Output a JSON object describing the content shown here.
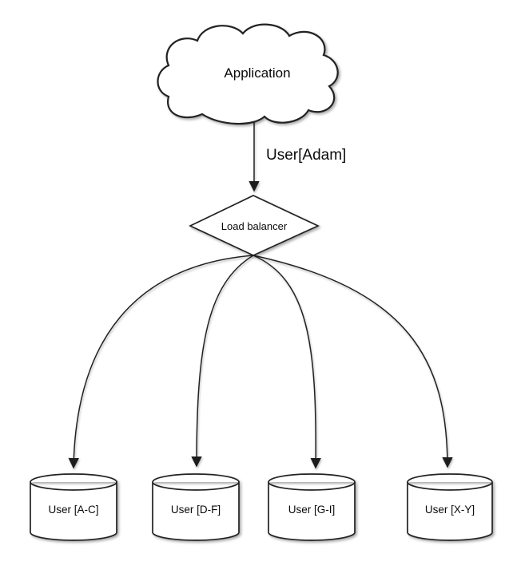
{
  "diagram": {
    "background": "#ffffff",
    "stroke_color": "#222222",
    "text_color": "#0a0a0a",
    "shadow_color": "rgba(0,0,0,0.34)",
    "application": {
      "label": "Application",
      "shape": "cloud"
    },
    "edge_app_to_lb": {
      "label": "User[Adam]"
    },
    "load_balancer": {
      "label": "Load balancer",
      "shape": "diamond"
    },
    "shards": [
      {
        "label": "User [A-C]",
        "shape": "cylinder"
      },
      {
        "label": "User [D-F]",
        "shape": "cylinder"
      },
      {
        "label": "User [G-I]",
        "shape": "cylinder"
      },
      {
        "label": "User [X-Y]",
        "shape": "cylinder"
      }
    ]
  }
}
